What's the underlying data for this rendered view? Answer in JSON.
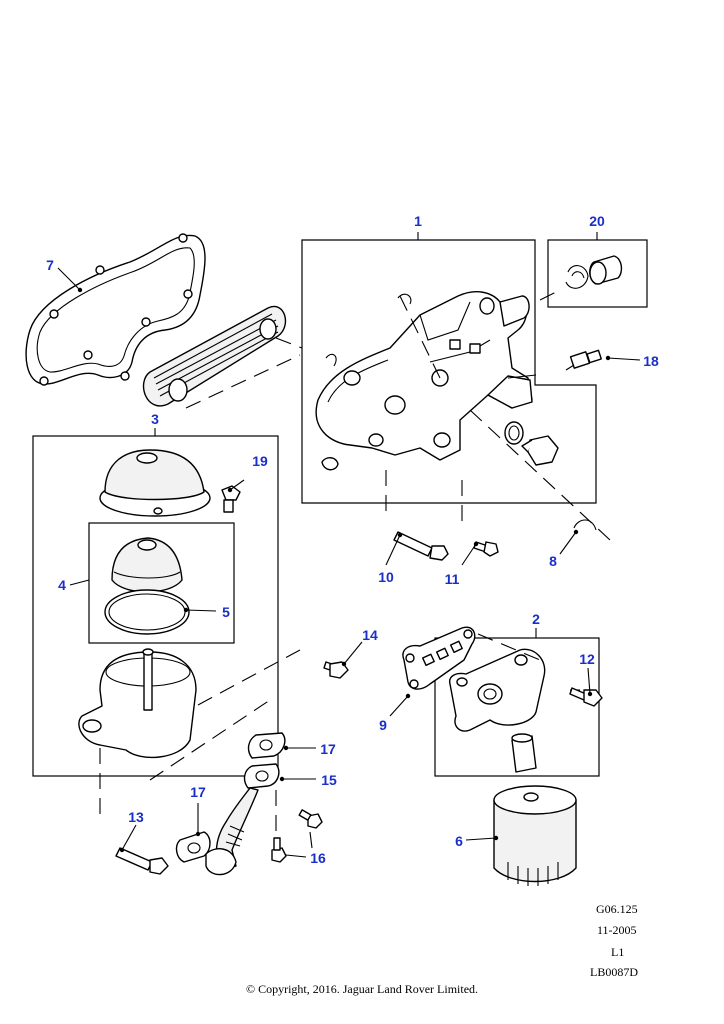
{
  "callouts": {
    "c1": "1",
    "c2": "2",
    "c3": "3",
    "c4": "4",
    "c5": "5",
    "c6": "6",
    "c7": "7",
    "c8": "8",
    "c9": "9",
    "c10": "10",
    "c11": "11",
    "c12": "12",
    "c13": "13",
    "c14": "14",
    "c15": "15",
    "c16": "16",
    "c17a": "17",
    "c17b": "17",
    "c18": "18",
    "c19": "19",
    "c20": "20"
  },
  "reference": {
    "code": "G06.125",
    "date": "11-2005",
    "level": "L1",
    "drawing": "LB0087D"
  },
  "copyright": "© Copyright, 2016. Jaguar Land Rover Limited.",
  "colors": {
    "callout": "#1a2fc8",
    "line": "#000000",
    "background": "#ffffff"
  }
}
